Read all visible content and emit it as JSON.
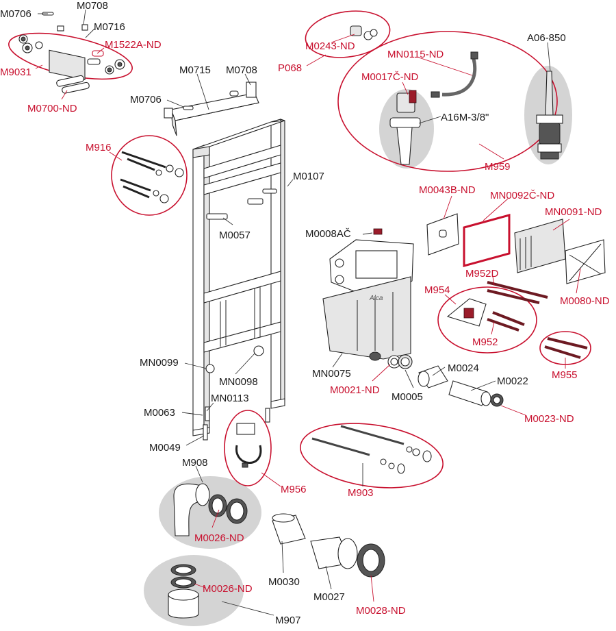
{
  "colors": {
    "red_label": "#c8102e",
    "black_label": "#1a1a1a",
    "shade": "#d4d4d4"
  },
  "labels": {
    "M0706_a": "M0706",
    "M0708_a": "M0708",
    "M0716": "M0716",
    "M1522A": "M1522A-ND",
    "M9031": "M9031",
    "M0700": "M0700-ND",
    "M0715": "M0715",
    "M0708_b": "M0708",
    "M0706_b": "M0706",
    "M0243": "M0243-ND",
    "P068": "P068",
    "MN0115": "MN0115-ND",
    "M0017C": "M0017Č-ND",
    "A16M": "A16M-3/8\"",
    "M959": "M959",
    "A06850": "A06-850",
    "M916": "M916",
    "M0107": "M0107",
    "M0057": "M0057",
    "M0043B": "M0043B-ND",
    "MN0092C": "MN0092Č-ND",
    "MN0091": "MN0091-ND",
    "M0008AC": "M0008AČ",
    "M0080": "M0080-ND",
    "M952D": "M952D",
    "M954": "M954",
    "M952": "M952",
    "M955": "M955",
    "MN0099": "MN0099",
    "MN0098": "MN0098",
    "MN0075": "MN0075",
    "M0024": "M0024",
    "M0022": "M0022",
    "M0021": "M0021-ND",
    "M0005": "M0005",
    "M0023": "M0023-ND",
    "MN0113": "MN0113",
    "M0063": "M0063",
    "M0049": "M0049",
    "M908": "M908",
    "M956": "M956",
    "M903": "M903",
    "M0026_a": "M0026-ND",
    "M0030": "M0030",
    "M0027": "M0027",
    "M0028": "M0028-ND",
    "M0026_b": "M0026-ND",
    "M907": "M907"
  },
  "logo_text": "Alca"
}
